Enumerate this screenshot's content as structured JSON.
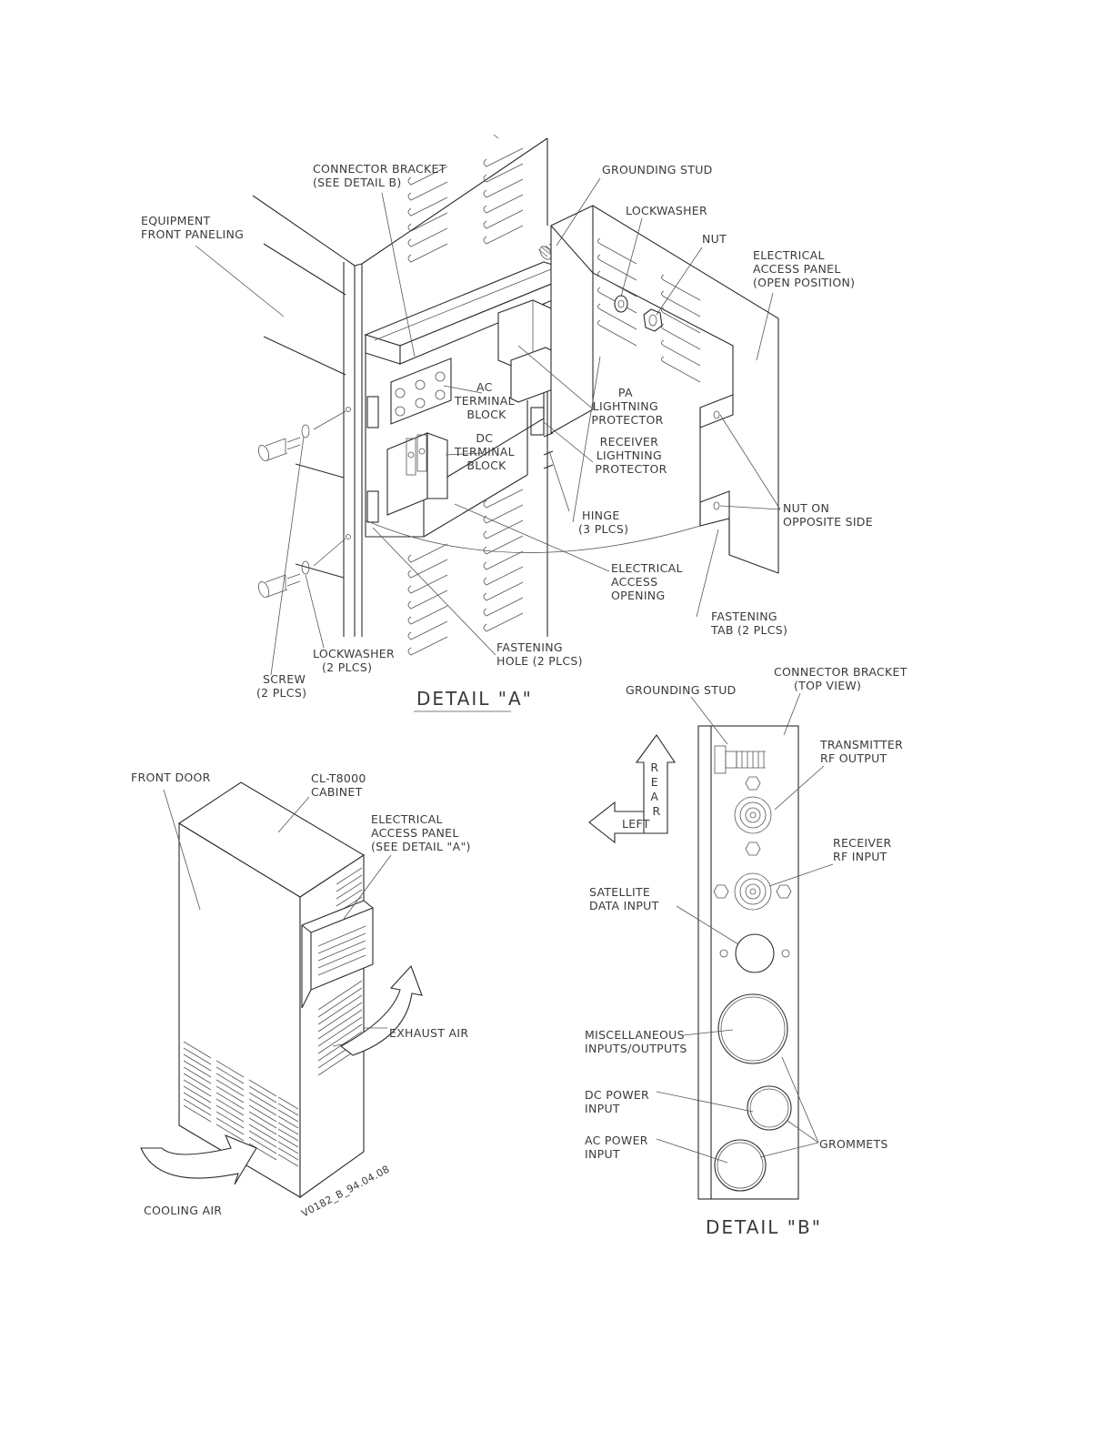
{
  "detail_a": {
    "title": "DETAIL \"A\"",
    "labels": {
      "connector_bracket": [
        "CONNECTOR BRACKET",
        "(SEE DETAIL B)"
      ],
      "equipment_front_paneling": [
        "EQUIPMENT",
        "FRONT PANELING"
      ],
      "grounding_stud": [
        "GROUNDING STUD"
      ],
      "lockwasher_top": [
        "LOCKWASHER"
      ],
      "nut": [
        "NUT"
      ],
      "electrical_access_panel": [
        "ELECTRICAL",
        "ACCESS PANEL",
        "(OPEN POSITION)"
      ],
      "ac_terminal_block": [
        "AC",
        "TERMINAL",
        "BLOCK"
      ],
      "pa_lightning_protector": [
        "PA",
        "LIGHTNING",
        "PROTECTOR"
      ],
      "dc_terminal_block": [
        "DC",
        "TERMINAL",
        "BLOCK"
      ],
      "receiver_lightning_protector": [
        "RECEIVER",
        "LIGHTNING",
        "PROTECTOR"
      ],
      "nut_on_opposite_side": [
        "NUT ON",
        "OPPOSITE SIDE"
      ],
      "hinge": [
        "HINGE",
        "(3 PLCS)"
      ],
      "electrical_access_opening": [
        "ELECTRICAL",
        "ACCESS",
        "OPENING"
      ],
      "fastening_tab": [
        "FASTENING",
        "TAB (2 PLCS)"
      ],
      "fastening_hole": [
        "FASTENING",
        "HOLE (2 PLCS)"
      ],
      "lockwasher_bottom": [
        "LOCKWASHER",
        "(2 PLCS)"
      ],
      "screw": [
        "SCREW",
        "(2 PLCS)"
      ]
    }
  },
  "cabinet_view": {
    "labels": {
      "front_door": [
        "FRONT DOOR"
      ],
      "cabinet": [
        "CL-T8000",
        "CABINET"
      ],
      "electrical_access_panel": [
        "ELECTRICAL",
        "ACCESS PANEL",
        "(SEE DETAIL \"A\")"
      ],
      "exhaust_air": [
        "EXHAUST AIR"
      ],
      "cooling_air": [
        "COOLING AIR"
      ],
      "drawing_id": [
        "V0182_B_94.04.08"
      ]
    }
  },
  "detail_b": {
    "title": "DETAIL \"B\"",
    "labels": {
      "grounding_stud": [
        "GROUNDING STUD"
      ],
      "connector_bracket": [
        "CONNECTOR BRACKET",
        "(TOP VIEW)"
      ],
      "transmitter_rf_output": [
        "TRANSMITTER",
        "RF OUTPUT"
      ],
      "receiver_rf_input": [
        "RECEIVER",
        "RF INPUT"
      ],
      "satellite_data_input": [
        "SATELLITE",
        "DATA INPUT"
      ],
      "misc_io": [
        "MISCELLANEOUS",
        "INPUTS/OUTPUTS"
      ],
      "dc_power_input": [
        "DC POWER",
        "INPUT"
      ],
      "ac_power_input": [
        "AC POWER",
        "INPUT"
      ],
      "grommets": [
        "GROMMETS"
      ],
      "direction_left": [
        "LEFT"
      ],
      "direction_rear": [
        "R",
        "E",
        "A",
        "R"
      ]
    }
  }
}
